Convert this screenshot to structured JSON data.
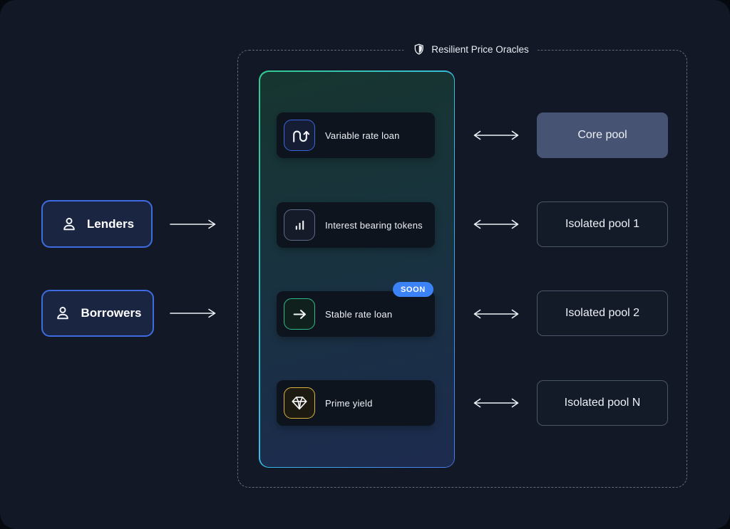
{
  "oracle": {
    "label": "Resilient Price Oracles",
    "icon": "shield-half-icon"
  },
  "actors": [
    {
      "label": "Lenders",
      "icon": "person-icon"
    },
    {
      "label": "Borrowers",
      "icon": "person-icon"
    }
  ],
  "products": [
    {
      "label": "Variable rate loan",
      "icon": "wave-arrow-icon",
      "accent": "#3c66dd"
    },
    {
      "label": "Interest bearing tokens",
      "icon": "bar-chart-icon",
      "accent": "#5e6b88"
    },
    {
      "label": "Stable rate loan",
      "icon": "arrow-right-icon",
      "accent": "#2fbe8b",
      "badge": "SOON"
    },
    {
      "label": "Prime yield",
      "icon": "gem-icon",
      "accent": "#ddb33e"
    }
  ],
  "pools": [
    {
      "label": "Core pool",
      "variant": "filled"
    },
    {
      "label": "Isolated pool 1",
      "variant": "outlined"
    },
    {
      "label": "Isolated pool 2",
      "variant": "outlined"
    },
    {
      "label": "Isolated pool N",
      "variant": "outlined"
    }
  ],
  "colors": {
    "background": "#121825",
    "panel_border_start": "#34c98e",
    "panel_border_end": "#4b7bf0",
    "actor_border": "#3f6ce2",
    "core_pool_fill": "#475373",
    "badge_fill": "#3b82f6",
    "dashed_border": "#a8b2c4"
  }
}
